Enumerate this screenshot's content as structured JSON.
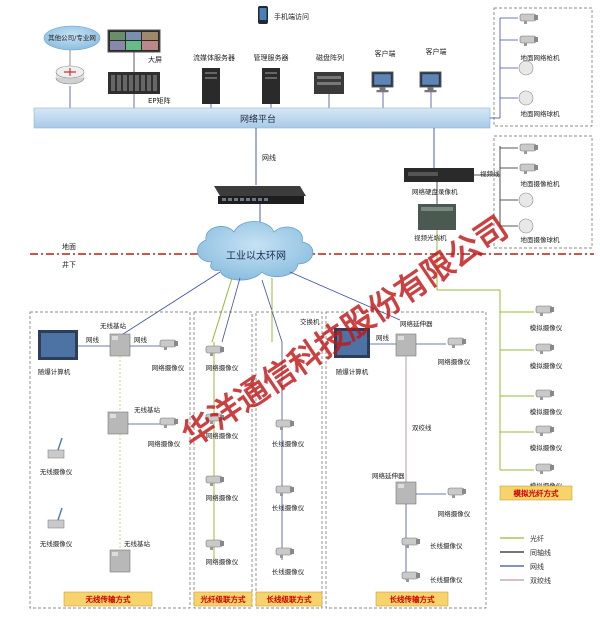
{
  "top": {
    "internet_label": "其他公司/专业网",
    "bigscreen_label": "大屏",
    "ep_matrix_label": "EP矩阵",
    "mobile_label": "手机端访问",
    "servers": [
      "流媒体服务器",
      "管理服务器",
      "磁盘阵列",
      "客户端",
      "客户端"
    ],
    "platform_label": "网络平台"
  },
  "right_top": {
    "cam1_label": "地面网络枪机",
    "cam2_label": "地面网络球机"
  },
  "middle": {
    "link_label": "网线",
    "nvr_label": "网络硬盘录像机",
    "analog_link_label": "视频线",
    "optical_label": "视频光端机",
    "cam3_label": "地面摄像枪机",
    "cam4_label": "地面摄像球机"
  },
  "divider": {
    "above": "地面",
    "below": "井下"
  },
  "ring": {
    "label": "工业以太环网"
  },
  "zone1": {
    "base1": "无线基站",
    "link1": "网线",
    "link2": "网线",
    "computer": "随爆计算机",
    "cam_a": "网络摄像仪",
    "base2": "无线基站",
    "cam_b": "网络摄像仪",
    "wcam1": "无线摄像仪",
    "wcam2": "无线摄像仪",
    "base3": "无线基站",
    "title": "无线传输方式"
  },
  "zone2": {
    "cams": [
      "网络摄像仪",
      "网络摄像仪",
      "网络摄像仪",
      "网络摄像仪"
    ],
    "title": "光纤级联方式"
  },
  "zone3": {
    "switch_label": "交换机",
    "cams": [
      "长线摄像仪",
      "长线摄像仪",
      "长线摄像仪"
    ],
    "title": "长线级联方式"
  },
  "zone4": {
    "ext1": "网络延伸器",
    "link": "网线",
    "computer": "随爆计算机",
    "cam_a": "网络摄像仪",
    "twisted": "双绞线",
    "ext2": "网络延伸器",
    "cam_b": "网络摄像仪",
    "cam_c": "长线摄像仪",
    "cam_d": "长线摄像仪",
    "title": "长线传输方式"
  },
  "analog": {
    "cams": [
      "模拟摄像仪",
      "模拟摄像仪",
      "模拟摄像仪",
      "模拟摄像仪",
      "模拟摄像仪"
    ],
    "title": "模拟光纤方式"
  },
  "legend": {
    "items": [
      {
        "label": "光纤",
        "color": "#9ab83a"
      },
      {
        "label": "同轴线",
        "color": "#222222"
      },
      {
        "label": "网线",
        "color": "#3b4fa0"
      },
      {
        "label": "双绞线",
        "color": "#c9a9b8"
      }
    ]
  },
  "watermark": "华洋通信科技股份有限公司",
  "colors": {
    "platform": "#b6d3ec",
    "cloud": "#9cc9e6",
    "fiber": "#9ab83a",
    "network": "#3b4fa0",
    "twisted": "#c9a9b8",
    "divider": "#b02020",
    "title_box": "#f7d36b"
  }
}
